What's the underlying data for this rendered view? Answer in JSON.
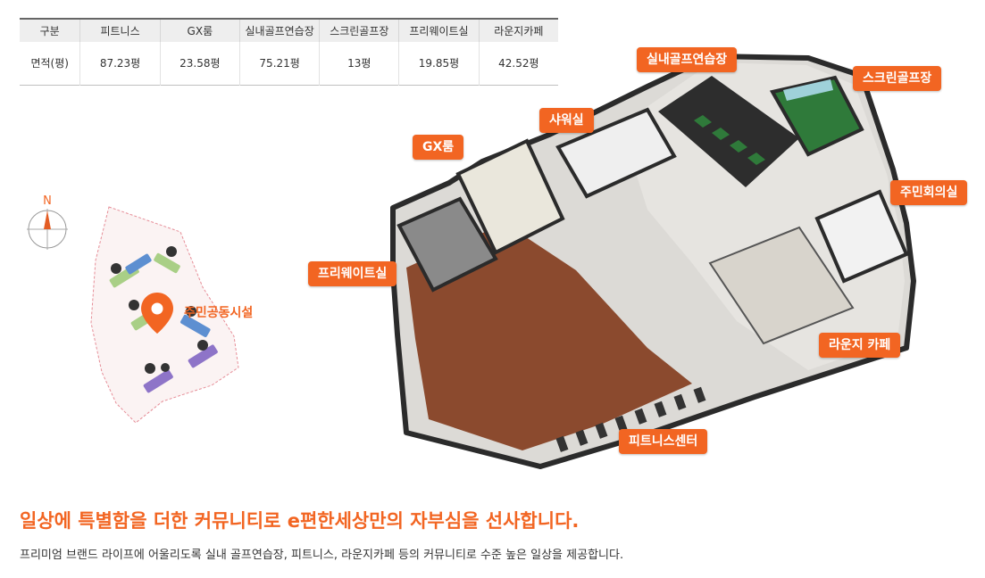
{
  "area_table": {
    "headers": [
      "구분",
      "피트니스",
      "GX룸",
      "실내골프연습장",
      "스크린골프장",
      "프리웨이트실",
      "라운지카페"
    ],
    "row": [
      "면적(평)",
      "87.23평",
      "23.58평",
      "75.21평",
      "13평",
      "19.85평",
      "42.52평"
    ]
  },
  "site_map": {
    "north_label": "N",
    "marker_label": "주민공동시설",
    "colors": {
      "accent": "#f26522",
      "green_block": "#a9cf86",
      "blue_block": "#5d8fd1",
      "purple_block": "#8e74c8"
    },
    "icons": [
      "compass-icon",
      "location-pin-icon"
    ]
  },
  "floorplan": {
    "callouts": {
      "indoor_golf": "실내골프연습장",
      "screen_golf": "스크린골프장",
      "shower": "샤워실",
      "gx": "GX룸",
      "residents_meeting": "주민회의실",
      "free_weight": "프리웨이트실",
      "lounge_cafe": "라운지 카페",
      "fitness_center": "피트니스센터"
    },
    "colors": {
      "callout": "#f26522",
      "wood_floor": "#8b4a2e",
      "golf_turf": "#2f7a3a",
      "wall": "#2b2b2b",
      "tile_floor": "#e6e4e0"
    }
  },
  "copy": {
    "headline": "일상에 특별함을 더한 커뮤니티로 e편한세상만의 자부심을 선사합니다.",
    "subtext": "프리미엄 브랜드 라이프에 어울리도록 실내 골프연습장, 피트니스, 라운지카페 등의 커뮤니티로 수준 높은 일상을 제공합니다."
  }
}
